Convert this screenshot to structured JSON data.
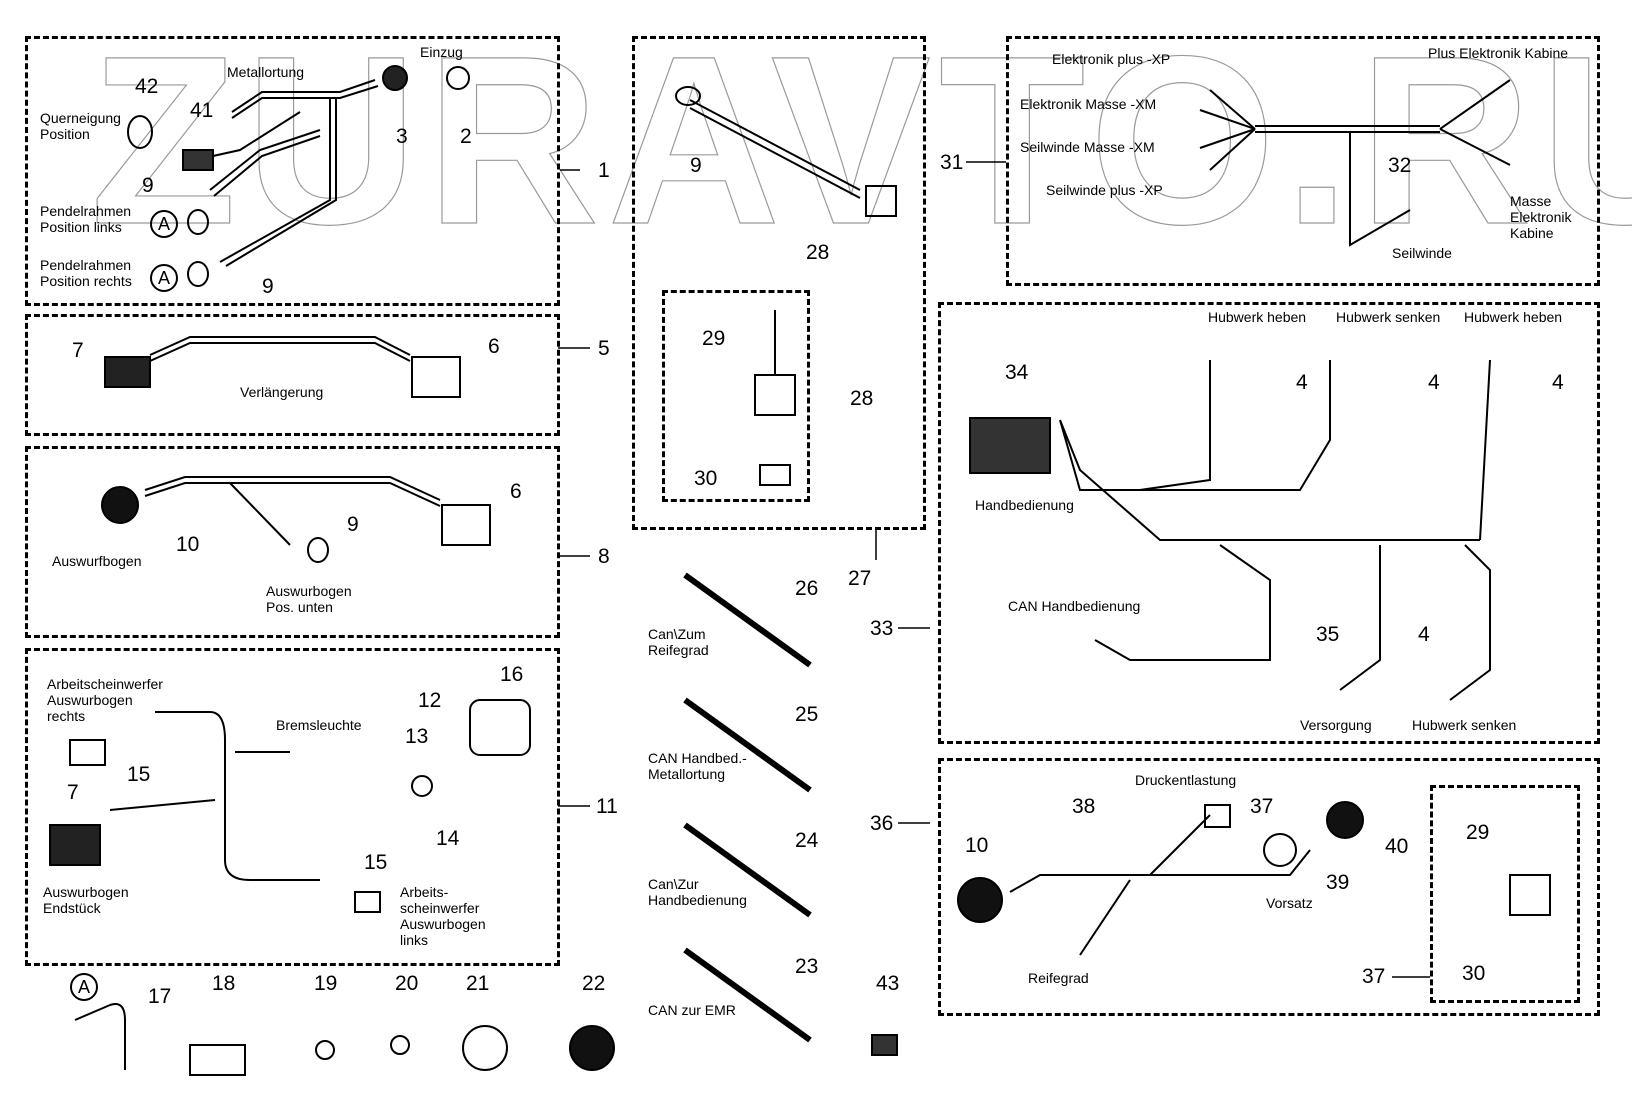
{
  "watermark": "ZURAVTO.RU",
  "groups": {
    "g1": {
      "number": "1",
      "labels": {
        "metallortung": "Metallortung",
        "einzug": "Einzug",
        "querneigung": "Querneigung\nPosition",
        "pendel_links": "Pendelrahmen\nPosition links",
        "pendel_rechts": "Pendelrahmen\nPosition rechts"
      },
      "callouts": [
        "42",
        "41",
        "3",
        "2",
        "9",
        "9"
      ],
      "ref_marks": [
        "A",
        "A"
      ]
    },
    "g5": {
      "number": "5",
      "labels": {
        "verlaengerung": "Verlängerung"
      },
      "callouts": [
        "7",
        "6"
      ]
    },
    "g8": {
      "number": "8",
      "labels": {
        "auswurfbogen": "Auswurfbogen",
        "pos_unten": "Auswurbogen\nPos. unten"
      },
      "callouts": [
        "10",
        "9",
        "6"
      ]
    },
    "g11": {
      "number": "11",
      "labels": {
        "asw_rechts": "Arbeitscheinwerfer\nAuswurbogen\nrechts",
        "bremsleuchte": "Bremsleuchte",
        "endstueck": "Auswurbogen\nEndstück",
        "asw_links": "Arbeits-\nscheinwerfer\nAuswurbogen\nlinks"
      },
      "callouts": [
        "16",
        "12",
        "13",
        "15",
        "7",
        "14",
        "15"
      ]
    },
    "g27": {
      "number": "27",
      "callouts": [
        "9",
        "28",
        "29",
        "28",
        "30"
      ]
    },
    "g31": {
      "number": "31",
      "labels": {
        "elek_plus": "Elektronik plus -XP",
        "elek_masse": "Elektronik Masse -XM",
        "seil_masse": "Seilwinde Masse -XM",
        "seil_plus": "Seilwinde plus -XP",
        "plus_kabine": "Plus Elektronik Kabine",
        "masse_kabine": "Masse\nElektronik\nKabine",
        "seilwinde": "Seilwinde"
      },
      "callouts": [
        "32"
      ]
    },
    "g33": {
      "number": "33",
      "labels": {
        "hub_heben_1": "Hubwerk heben",
        "hub_senken_1": "Hubwerk senken",
        "hub_heben_2": "Hubwerk heben",
        "handbedienung": "Handbedienung",
        "can_hand": "CAN Handbedienung",
        "versorgung": "Versorgung",
        "hub_senken_2": "Hubwerk senken"
      },
      "callouts": [
        "34",
        "4",
        "4",
        "4",
        "35",
        "4"
      ]
    },
    "g36": {
      "number": "36",
      "labels": {
        "druckentlastung": "Druckentlastung",
        "vorsatz": "Vorsatz",
        "reifegrad": "Reifegrad"
      },
      "callouts": [
        "38",
        "37",
        "10",
        "40",
        "39"
      ]
    },
    "g37": {
      "number": "37",
      "callouts": [
        "29",
        "30"
      ]
    }
  },
  "cables": [
    {
      "number": "26",
      "label": "Can\\Zum\nReifegrad"
    },
    {
      "number": "25",
      "label": "CAN Handbed.-\nMetallortung"
    },
    {
      "number": "24",
      "label": "Can\\Zur\nHandbedienung"
    },
    {
      "number": "23",
      "label": "CAN zur EMR"
    }
  ],
  "loose_parts": {
    "ref_mark": "A",
    "items": [
      "17",
      "18",
      "19",
      "20",
      "21",
      "22",
      "43"
    ]
  }
}
